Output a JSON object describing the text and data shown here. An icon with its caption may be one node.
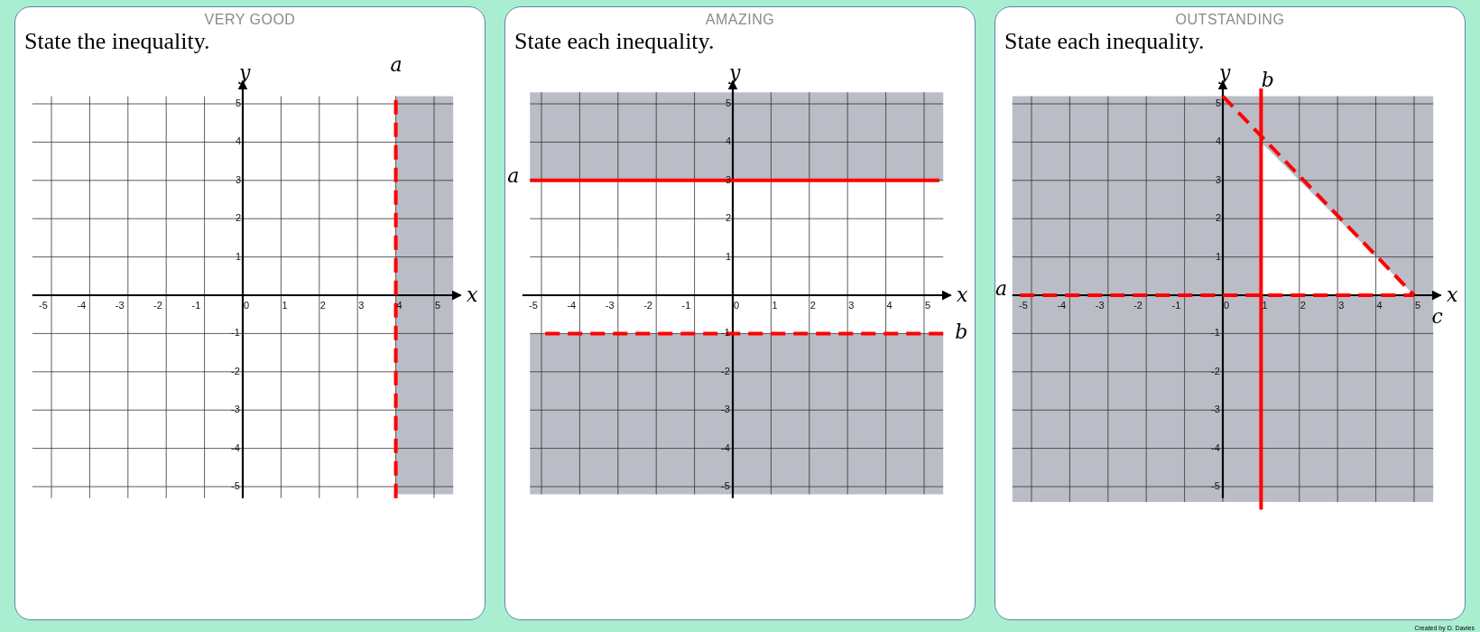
{
  "diagram": {
    "nodes": [
      {
        "text": [
          "VERY GOOD",
          "State the inequality."
        ]
      },
      {
        "text": [
          "AMAZING",
          "State each inequality."
        ]
      },
      {
        "text": [
          "OUTSTANDING",
          "State each inequality."
        ]
      }
    ],
    "labels": [
      "y",
      "x",
      "a",
      "-5",
      "-4",
      "-3",
      "-2",
      "-1",
      "0",
      "1",
      "2",
      "3",
      "4",
      "5",
      "5",
      "4",
      "3",
      "2",
      "1",
      "-1",
      "-2",
      "-3",
      "-4",
      "-5",
      "y",
      "x",
      "a",
      "b",
      "-5",
      "-4",
      "-3",
      "-2",
      "-1",
      "0",
      "1",
      "2",
      "3",
      "4",
      "5",
      "5",
      "4",
      "3",
      "2",
      "1",
      "-1",
      "-2",
      "-3",
      "-4",
      "-5",
      "y",
      "x",
      "a",
      "b",
      "c",
      "-5",
      "-4",
      "-3",
      "-2",
      "-1",
      "0",
      "1",
      "2",
      "3",
      "4",
      "5",
      "5",
      "4",
      "3",
      "2",
      "1",
      "-1",
      "-2",
      "-3",
      "-4",
      "-5",
      "Created by D. Davies"
    ]
  }
}
